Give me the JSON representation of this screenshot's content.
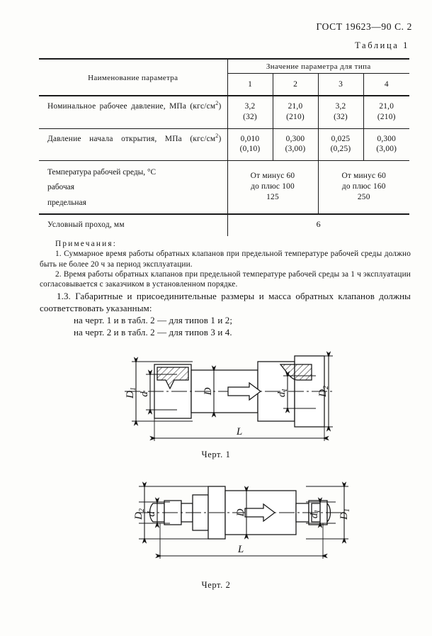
{
  "header": {
    "standard": "ГОСТ 19623—90 С. 2",
    "table_caption": "Таблица 1"
  },
  "table": {
    "col_param_header": "Наименование параметра",
    "col_group_header": "Значение параметра для типа",
    "type_columns": [
      "1",
      "2",
      "3",
      "4"
    ],
    "rows": [
      {
        "name": "Номинальное рабочее давление, МПа (кгс/см",
        "name_sup": "2",
        "name_tail": ")",
        "values": [
          {
            "main": "3,2",
            "alt": "(32)"
          },
          {
            "main": "21,0",
            "alt": "(210)"
          },
          {
            "main": "3,2",
            "alt": "(32)"
          },
          {
            "main": "21,0",
            "alt": "(210)"
          }
        ]
      },
      {
        "name": "Давление начала открытия, МПа (кгс/см",
        "name_sup": "2",
        "name_tail": ")",
        "values": [
          {
            "main": "0,010",
            "alt": "(0,10)"
          },
          {
            "main": "0,300",
            "alt": "(3,00)"
          },
          {
            "main": "0,025",
            "alt": "(0,25)"
          },
          {
            "main": "0,300",
            "alt": "(3,00)"
          }
        ]
      }
    ],
    "temp_row": {
      "title": "Температура рабочей среды, °С",
      "line_working": "рабочая",
      "line_limit": "предельная",
      "group_left": {
        "l1": "От минус 60",
        "l2": "до плюс 100",
        "l3": "125"
      },
      "group_right": {
        "l1": "От минус 60",
        "l2": "до плюс 160",
        "l3": "250"
      }
    },
    "dn_row": {
      "name": "Условный проход, мм",
      "value": "6"
    }
  },
  "notes": {
    "title": "Примечания:",
    "items": [
      "1. Суммарное время работы обратных клапанов при предельной температуре рабочей среды должно быть не более 20 ч за период эксплуатации.",
      "2. Время работы обратных клапанов при предельной температуре рабочей среды за 1 ч эксплуатации согласовывается с заказчиком в установленном порядке."
    ]
  },
  "body": {
    "clause": "1.3. Габаритные и присоединительные размеры и масса обратных клапанов должны соответствовать указанным:",
    "line1": "на черт. 1 и в табл. 2 — для типов 1 и 2;",
    "line2": "на черт. 2 и в табл. 2 — для типов 3 и 4."
  },
  "figures": [
    {
      "caption": "Черт. 1",
      "labels": {
        "d_outer_left": "D",
        "d_outer_left_sub": "1",
        "d_inner_left": "d",
        "d_bore": "D",
        "d_inner_right": "d",
        "d_inner_right_sub": "1",
        "d_outer_right": "D",
        "d_outer_right_sub": "2",
        "length": "L"
      }
    },
    {
      "caption": "Черт. 2",
      "labels": {
        "d_outer_left": "D",
        "d_outer_left_sub": "2",
        "d_inner_left": "d",
        "d_bore": "D",
        "d_inner_right": "d",
        "d_inner_right_sub": "1",
        "d_outer_right": "D",
        "d_outer_right_sub": "1",
        "length": "L"
      }
    }
  ],
  "colors": {
    "ink": "#141414",
    "paper": "#fdfdfb"
  }
}
